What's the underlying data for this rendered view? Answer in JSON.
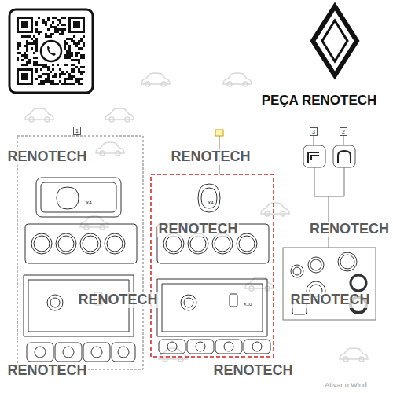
{
  "diagram": {
    "nodes": [
      {
        "text": [
          "1"
        ]
      },
      {
        "text": [
          "3"
        ]
      },
      {
        "text": [
          "2"
        ]
      }
    ],
    "labels": [
      "PEÇA RENOTECH",
      "RENOTECH",
      "RENOTECH",
      "RENOTECH",
      "RENOTECH",
      "RENOTECH",
      "RENOTECH",
      "RENOTECH",
      "RENOTECH",
      "X4",
      "X4",
      "X10",
      "Ativar o Wind"
    ]
  }
}
